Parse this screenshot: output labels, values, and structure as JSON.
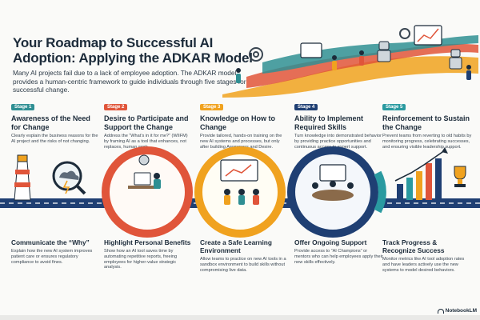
{
  "title": "Your Roadmap to Successful AI Adoption: Applying the ADKAR Model",
  "intro": "Many AI projects fail due to a lack of employee adoption. The ADKAR model provides a human-centric framework to guide individuals through five stages for successful change.",
  "stages": [
    {
      "badge": "Stage 1",
      "title": "Awareness of the Need for Change",
      "desc": "Clearly explain the business reasons for the AI project and the risks of not changing.",
      "tip_title": "Communicate the “Why”",
      "tip_desc": "Explain how the new AI system improves patient care or ensures regulatory compliance to avoid fines.",
      "color": "#2f8f93"
    },
    {
      "badge": "Stage 2",
      "title": "Desire to Participate and Support the Change",
      "desc": "Address the “What’s in it for me?” (WIIFM) by framing AI as a tool that enhances, not replaces, human work.",
      "tip_title": "Highlight Personal Benefits",
      "tip_desc": "Show how an AI tool saves time by automating repetitive reports, freeing employees for higher-value strategic analysis.",
      "color": "#e0553a"
    },
    {
      "badge": "Stage 3",
      "title": "Knowledge on How to Change",
      "desc": "Provide tailored, hands-on training on the new AI systems and processes, but only after building Awareness and Desire.",
      "tip_title": "Create a Safe Learning Environment",
      "tip_desc": "Allow teams to practice on new AI tools in a sandbox environment to build skills without compromising live data.",
      "color": "#f0a21f"
    },
    {
      "badge": "Stage 4",
      "title": "Ability to Implement Required Skills",
      "desc": "Turn knowledge into demonstrated behavior by providing practice opportunities and continuous access to expert support.",
      "tip_title": "Offer Ongoing Support",
      "tip_desc": "Provide access to “AI Champions” or mentors who can help employees apply their new skills effectively.",
      "color": "#1f3f73"
    },
    {
      "badge": "Stage 5",
      "title": "Reinforcement to Sustain the Change",
      "desc": "Prevent teams from reverting to old habits by monitoring progress, celebrating successes, and ensuring visible leadership support.",
      "tip_title": "Track Progress & Recognize Success",
      "tip_desc": "Monitor metrics like AI tool adoption rates and have leaders actively use the new systems to model desired behaviors.",
      "color": "#2a9aa0"
    }
  ],
  "brand": "NotebookLM",
  "colors": {
    "navy": "#1c2b3a",
    "teal": "#2f8f93",
    "coral": "#e0553a",
    "amber": "#f0a21f",
    "indigo": "#1f3f73"
  }
}
